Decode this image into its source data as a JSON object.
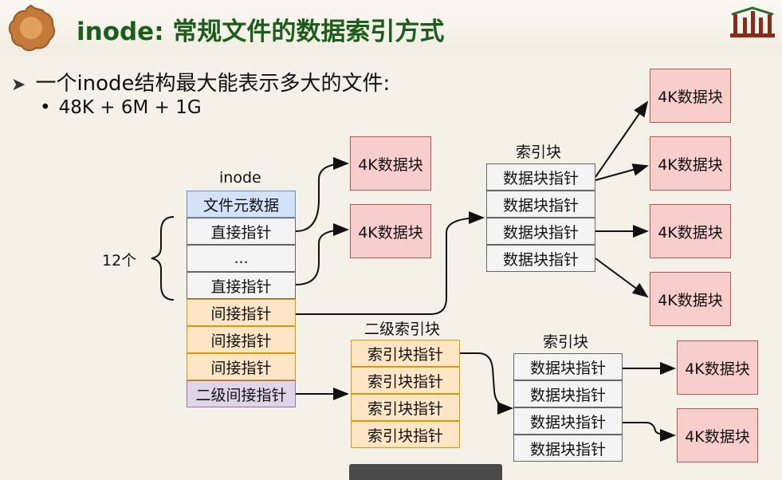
{
  "title": "inode: 常规文件的数据索引方式",
  "bullet_main": "一个inode结构最大能表示多大的文件:",
  "bullet_sub": "48K + 6M + 1G",
  "inode": {
    "label": "inode",
    "cells": [
      "文件元数据",
      "直接指针",
      "...",
      "直接指针",
      "间接指针",
      "间接指针",
      "间接指针",
      "二级间接指针"
    ],
    "brace_label": "12个"
  },
  "index_block_1": {
    "label": "索引块",
    "cells": [
      "数据块指针",
      "数据块指针",
      "数据块指针",
      "数据块指针"
    ]
  },
  "double_index": {
    "label": "二级索引块",
    "cells": [
      "索引块指针",
      "索引块指针",
      "索引块指针",
      "索引块指针"
    ]
  },
  "index_block_2": {
    "label": "索引块",
    "cells": [
      "数据块指针",
      "数据块指针",
      "数据块指针",
      "数据块指针"
    ]
  },
  "data_block_label": "4K数据块",
  "colors": {
    "title": "#1c5d1c",
    "data_block": "#f8cecc",
    "inode_meta": "#d4e2f7",
    "indirect": "#fde5c5",
    "double_indirect": "#e0d5e8"
  }
}
